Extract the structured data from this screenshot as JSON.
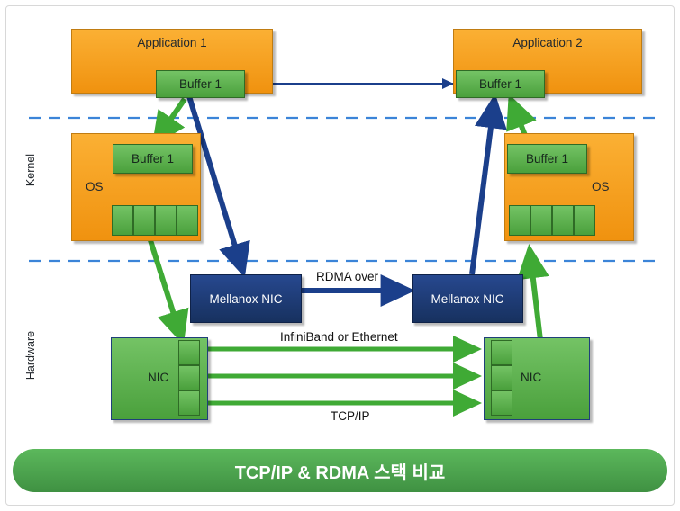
{
  "diagram": {
    "title": "TCP/IP & RDMA 스택 비교",
    "layers": [
      {
        "name": "kernel",
        "label": "Kernel"
      },
      {
        "name": "hardware",
        "label": "Hardware"
      }
    ],
    "boxes": {
      "application_1": "Application 1",
      "application_2": "Application 2",
      "app1_buffer": "Buffer 1",
      "app2_buffer": "Buffer 1",
      "os_left": "OS",
      "os_right": "OS",
      "kernel_buffer_left": "Buffer 1",
      "kernel_buffer_right": "Buffer 1",
      "mellanox_nic_left": "Mellanox NIC",
      "mellanox_nic_right": "Mellanox NIC",
      "nic_left": "NIC",
      "nic_right": "NIC"
    },
    "flow_labels": {
      "rdma_over": "RDMA over",
      "infiniband_or_ethernet": "InfiniBand or Ethernet",
      "tcp_ip": "TCP/IP"
    },
    "colors": {
      "application": "#f5a623",
      "buffer": "#5cb85c",
      "mellanox": "#1f3f7a",
      "banner": "#4caf50",
      "divider": "#3b84d8",
      "green_arrow": "#3faa35",
      "blue_arrow": "#1b3f8b"
    }
  }
}
